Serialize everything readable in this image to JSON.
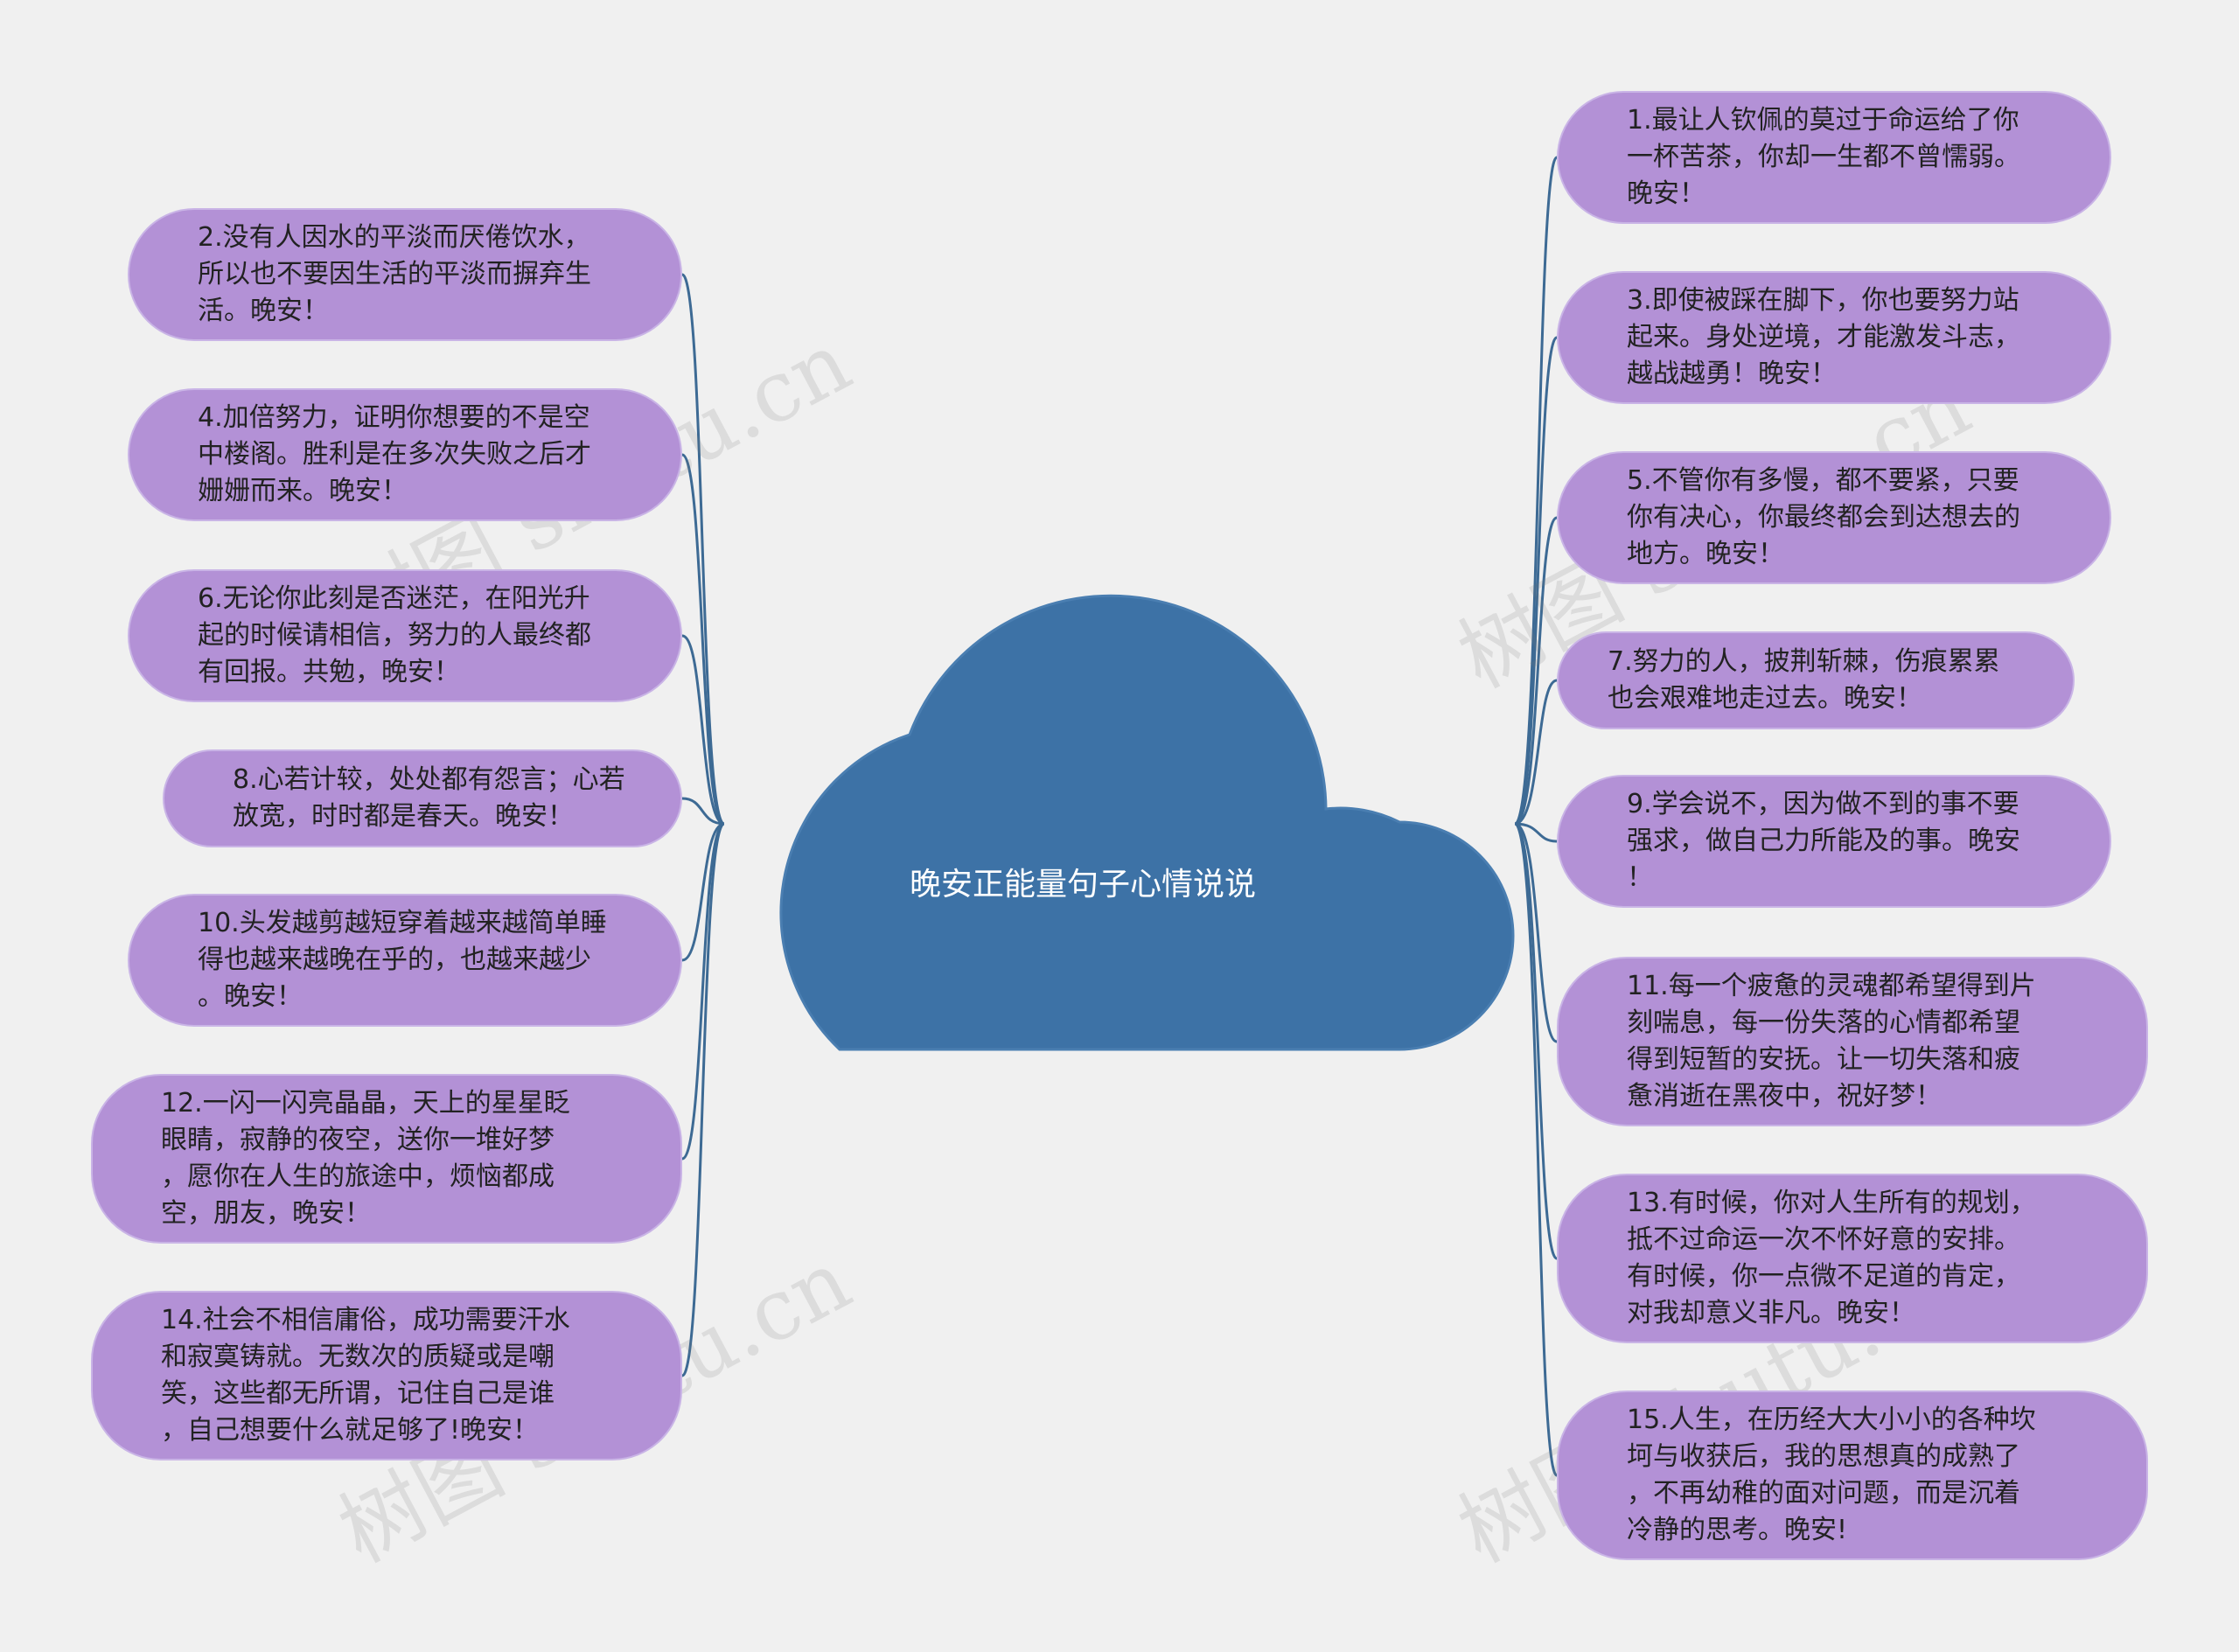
{
  "title": "晚安正能量句子心情说说",
  "watermark": "树图 shutu.cn",
  "colors": {
    "background": "#f0f0f0",
    "root_fill": "#3d72a6",
    "node_fill": "#b391d6",
    "connector": "#3d6a94"
  },
  "left_nodes": [
    {
      "text": "2.没有人因水的平淡而厌倦饮水，\n所以也不要因生活的平淡而摒弃生\n活。晚安！"
    },
    {
      "text": "4.加倍努力，证明你想要的不是空\n中楼阁。胜利是在多次失败之后才\n姗姗而来。晚安！"
    },
    {
      "text": "6.无论你此刻是否迷茫，在阳光升\n起的时候请相信，努力的人最终都\n有回报。共勉，晚安！"
    },
    {
      "text": "8.心若计较，处处都有怨言；心若\n放宽，时时都是春天。晚安！"
    },
    {
      "text": "10.头发越剪越短穿着越来越简单睡\n得也越来越晚在乎的，也越来越少\n。晚安！"
    },
    {
      "text": "12.一闪一闪亮晶晶，天上的星星眨\n眼睛，寂静的夜空，送你一堆好梦\n，愿你在人生的旅途中，烦恼都成\n空，朋友，晚安！"
    },
    {
      "text": "14.社会不相信庸俗，成功需要汗水\n和寂寞铸就。无数次的质疑或是嘲\n笑，这些都无所谓，记住自己是谁\n，自己想要什么就足够了!晚安！"
    }
  ],
  "right_nodes": [
    {
      "text": "1.最让人钦佩的莫过于命运给了你\n一杯苦茶，你却一生都不曾懦弱。\n晚安！"
    },
    {
      "text": "3.即使被踩在脚下，你也要努力站\n起来。身处逆境，才能激发斗志，\n越战越勇！晚安！"
    },
    {
      "text": "5.不管你有多慢，都不要紧，只要\n你有决心，你最终都会到达想去的\n地方。晚安！"
    },
    {
      "text": "7.努力的人，披荆斩棘，伤痕累累\n也会艰难地走过去。晚安！"
    },
    {
      "text": "9.学会说不，因为做不到的事不要\n强求，做自己力所能及的事。晚安\n！"
    },
    {
      "text": "11.每一个疲惫的灵魂都希望得到片\n刻喘息，每一份失落的心情都希望\n得到短暂的安抚。让一切失落和疲\n惫消逝在黑夜中，祝好梦！"
    },
    {
      "text": "13.有时候，你对人生所有的规划，\n抵不过命运一次不怀好意的安排。\n有时候，你一点微不足道的肯定，\n对我却意义非凡。晚安！"
    },
    {
      "text": "15.人生，在历经大大小小的各种坎\n坷与收获后，我的思想真的成熟了\n，不再幼稚的面对问题，而是沉着\n冷静的思考。晚安!"
    }
  ]
}
